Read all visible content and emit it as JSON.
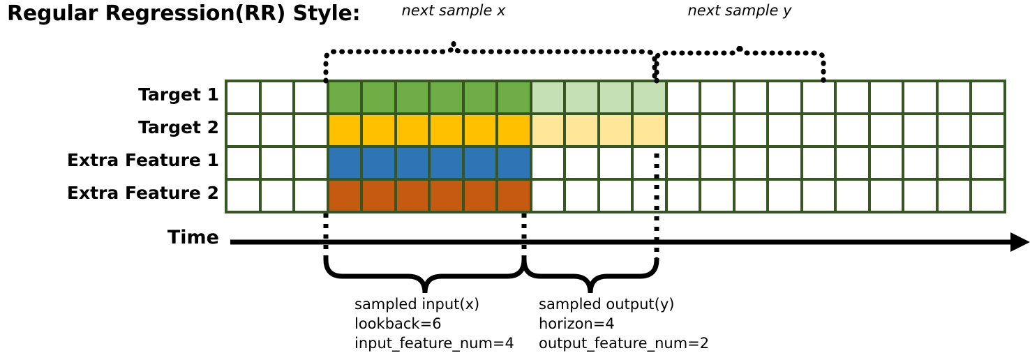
{
  "title": "Regular Regression(RR) Style:",
  "rows": [
    {
      "label": "Target 1",
      "name": "target-1"
    },
    {
      "label": "Target 2",
      "name": "target-2"
    },
    {
      "label": "Extra Feature 1",
      "name": "extra-feature-1"
    },
    {
      "label": "Extra Feature 2",
      "name": "extra-feature-2"
    }
  ],
  "time_axis": {
    "label": "Time"
  },
  "grid": {
    "columns": 23,
    "input_start_col": 3,
    "input_end_col": 9,
    "output_start_col": 9,
    "output_end_col": 13,
    "row_colors": [
      {
        "input": "#6FAE46",
        "output": "#C5E0B4"
      },
      {
        "input": "#FFC000",
        "output": "#FFE699"
      },
      {
        "input": "#2E75B6",
        "output": null
      },
      {
        "input": "#C55A11",
        "output": null
      }
    ],
    "empty_color": "#FFFFFF",
    "border_color": "#375623"
  },
  "top_annotations": [
    {
      "label": "next sample x",
      "name": "next-sample-x"
    },
    {
      "label": "next sample y",
      "name": "next-sample-y"
    }
  ],
  "bottom_annotations": [
    {
      "name": "sampled-input",
      "lines": [
        "sampled input(x)",
        "lookback=6",
        "input_feature_num=4"
      ]
    },
    {
      "name": "sampled-output",
      "lines": [
        "sampled output(y)",
        "horizon=4",
        "output_feature_num=2"
      ]
    }
  ],
  "colors": {
    "accent_green": "#6FAE46",
    "accent_yellow": "#FFC000",
    "accent_blue": "#2E75B6",
    "accent_orange": "#C55A11",
    "light_green": "#C5E0B4",
    "light_yellow": "#FFE699",
    "grid_border": "#375623",
    "ink": "#000000"
  }
}
